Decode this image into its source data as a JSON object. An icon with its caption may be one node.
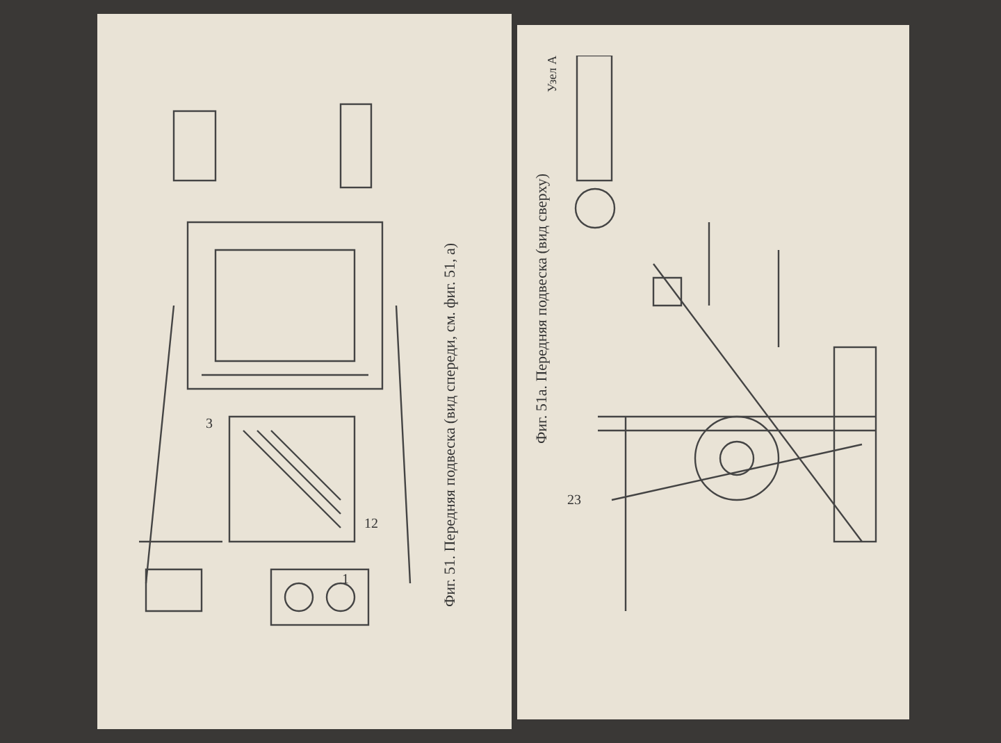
{
  "diagram": {
    "labels": [
      "Фиг. 51. Передняя подвеска (вид спереди, см. фиг. 51, а)",
      "Фиг. 51а. Передняя подвеска (вид сверху)",
      "Узел А",
      "3",
      "12",
      "1",
      "23"
    ]
  }
}
